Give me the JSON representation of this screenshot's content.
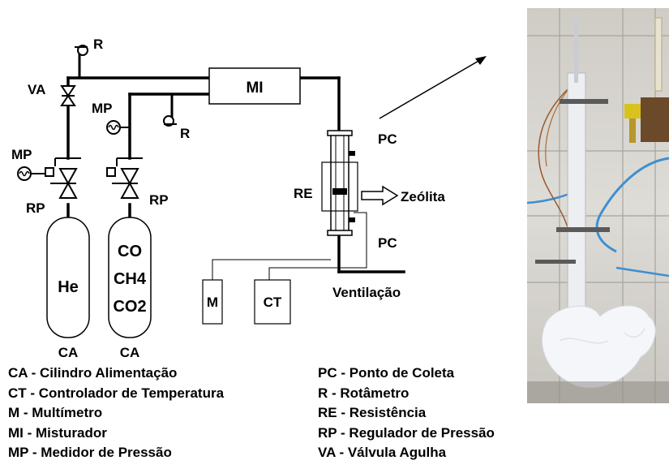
{
  "labels": {
    "r_top": "R",
    "r_mid": "R",
    "va": "VA",
    "mp_left": "MP",
    "mp_mid": "MP",
    "rp_left": "RP",
    "rp_mid": "RP",
    "mi": "MI",
    "pc_top": "PC",
    "pc_bottom": "PC",
    "re": "RE",
    "zeolita": "Zeólita",
    "ventilacao": "Ventilação",
    "m": "M",
    "ct": "CT",
    "ca_left": "CA",
    "ca_mid": "CA"
  },
  "cylinders": {
    "left_gas": "He",
    "mid_gases": [
      "CO",
      "CH4",
      "CO2"
    ]
  },
  "legend_left": [
    "CA - Cilindro Alimentação",
    "CT - Controlador de Temperatura",
    "M - Multímetro",
    "MI - Misturador",
    "MP - Medidor de Pressão"
  ],
  "legend_right": [
    "PC - Ponto de Coleta",
    "R - Rotâmetro",
    "RE - Resistência",
    "RP - Regulador de Pressão",
    "VA - Válvula Agulha"
  ],
  "colors": {
    "line": "#000000",
    "photo_background": "#d9d7d2",
    "photo_cotton": "#f4f6f9",
    "valve_yellow": "#d8c21e",
    "hose_blue": "#3f8fcf"
  }
}
